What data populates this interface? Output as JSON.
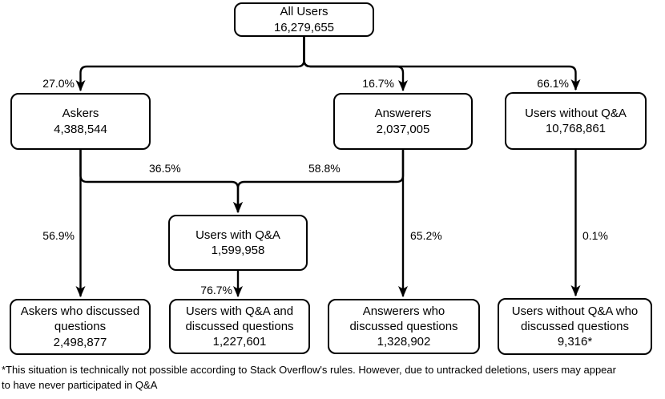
{
  "colors": {
    "stroke": "#000000",
    "background": "#ffffff"
  },
  "nodes": {
    "all_users": {
      "label": "All Users",
      "value": "16,279,655"
    },
    "askers": {
      "label": "Askers",
      "value": "4,388,544"
    },
    "answerers": {
      "label": "Answerers",
      "value": "2,037,005"
    },
    "users_without_qa": {
      "label": "Users without Q&A",
      "value": "10,768,861"
    },
    "users_with_qa": {
      "label": "Users with Q&A",
      "value": "1,599,958"
    },
    "askers_discussed": {
      "label": "Askers who discussed\nquestions",
      "value": "2,498,877"
    },
    "users_with_qa_discussed": {
      "label": "Users with Q&A and\ndiscussed questions",
      "value": "1,227,601"
    },
    "answerers_discussed": {
      "label": "Answerers who\ndiscussed questions",
      "value": "1,328,902"
    },
    "users_without_qa_discussed": {
      "label": "Users without Q&A who\ndiscussed questions",
      "value": "9,316*"
    }
  },
  "edge_labels": {
    "to_askers": "27.0%",
    "to_answerers": "16.7%",
    "to_users_without_qa": "66.1%",
    "askers_to_users_with_qa": "36.5%",
    "answerers_to_users_with_qa": "58.8%",
    "askers_to_discussed": "56.9%",
    "users_with_qa_to_discussed": "76.7%",
    "answerers_to_discussed": "65.2%",
    "users_without_qa_to_discussed": "0.1%"
  },
  "footnote": "*This situation is technically not possible according to Stack Overflow's rules. However, due to untracked deletions, users may appear\nto have never participated in Q&A"
}
